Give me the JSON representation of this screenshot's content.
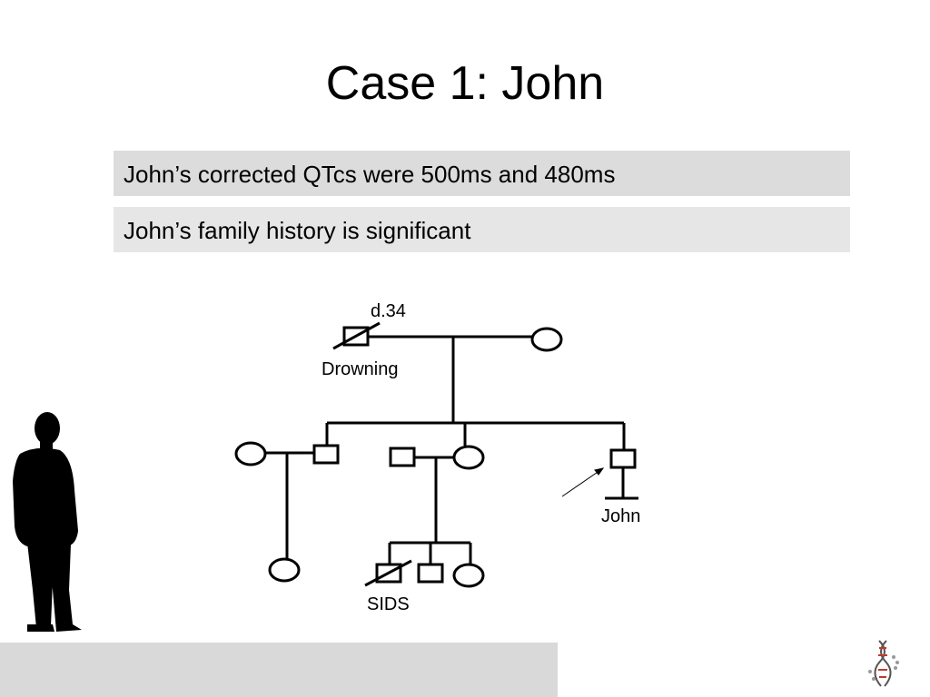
{
  "slide": {
    "title": "Case 1: John"
  },
  "info_boxes": [
    {
      "text": "John’s corrected QTcs were 500ms and 480ms"
    },
    {
      "text": "John’s family history is significant"
    }
  ],
  "pedigree": {
    "labels": {
      "grandfather_age": "d.34",
      "grandfather_cause": "Drowning",
      "proband": "John",
      "sibling_death": "SIDS"
    }
  },
  "images": {
    "silhouette": "man-silhouette-icon",
    "logo": "dna-logo-icon"
  }
}
